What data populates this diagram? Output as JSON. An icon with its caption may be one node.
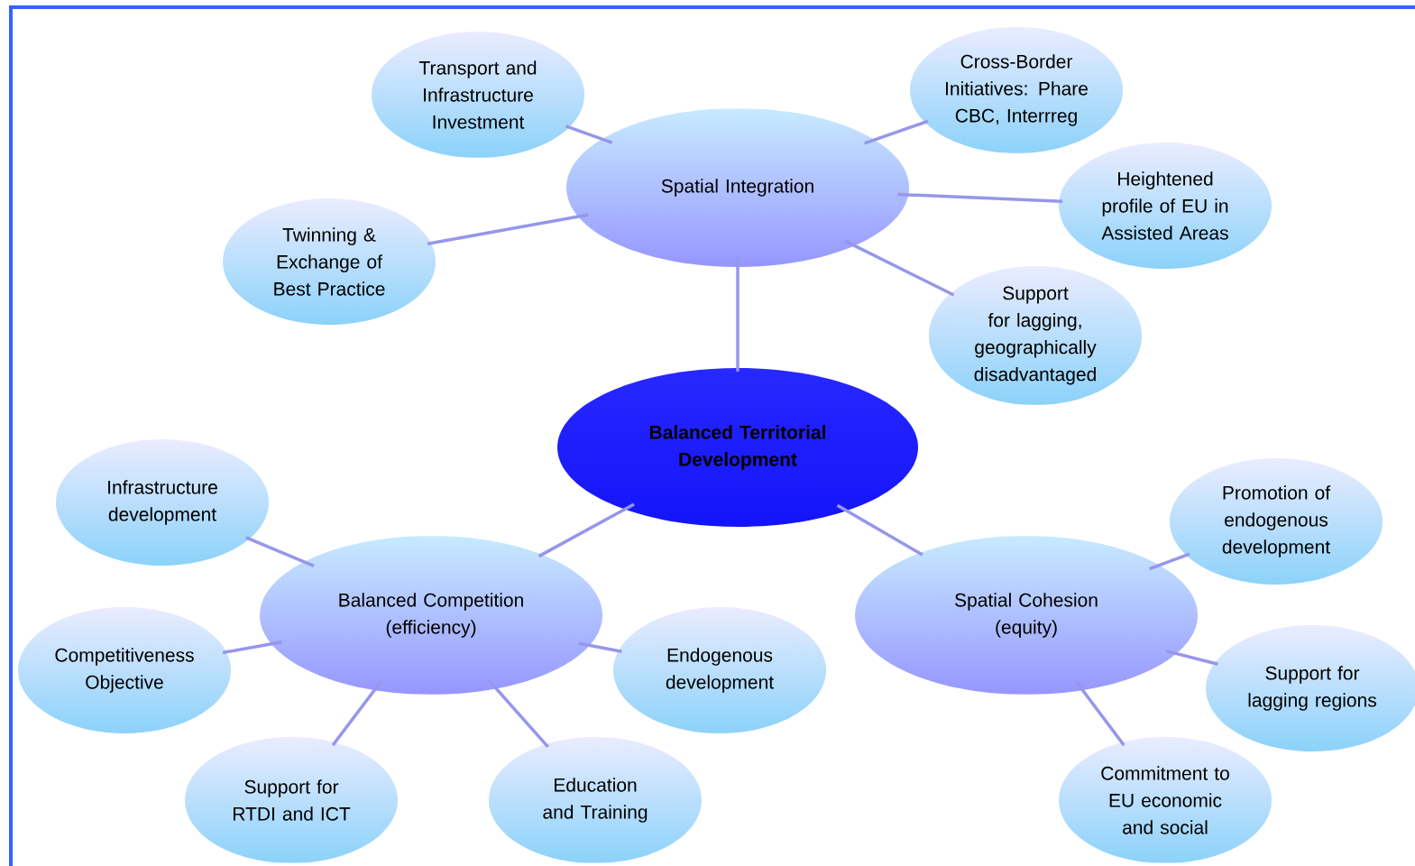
{
  "diagram": {
    "nodes": [
      {
        "text": [
          "Spatial Integration"
        ]
      },
      {
        "text": [
          "Transport and Infrastructure Investment"
        ]
      },
      {
        "text": [
          "Cross-Border Initiatives: Phare CBC, Interrreg"
        ]
      },
      {
        "text": [
          "Twinning & Exchange of Best Practice"
        ]
      },
      {
        "text": [
          "Heightened profile of EU in Assisted Areas"
        ]
      },
      {
        "text": [
          "Support for lagging, geographically disadvantaged"
        ]
      },
      {
        "text": [
          "Balanced Territorial Development"
        ]
      },
      {
        "text": [
          "Infrastructure development"
        ]
      },
      {
        "text": [
          "Balanced Competition (efficiency)"
        ]
      },
      {
        "text": [
          "Spatial Cohesion (equity)"
        ]
      },
      {
        "text": [
          "Promotion of endogenous development"
        ]
      },
      {
        "text": [
          "Competitiveness Objective"
        ]
      },
      {
        "text": [
          "Endogenous development"
        ]
      },
      {
        "text": [
          "Support for lagging regions"
        ]
      },
      {
        "text": [
          "Support for RTDI and ICT"
        ]
      },
      {
        "text": [
          "Education and Training"
        ]
      },
      {
        "text": [
          "Commitment to EU economic and social"
        ]
      }
    ],
    "edges": [
      {
        "from": 0,
        "to": 1,
        "arrow": "none"
      },
      {
        "from": 0,
        "to": 2,
        "arrow": "none"
      },
      {
        "from": 0,
        "to": 3,
        "arrow": "none"
      },
      {
        "from": 0,
        "to": 4,
        "arrow": "none"
      },
      {
        "from": 0,
        "to": 5,
        "arrow": "none"
      },
      {
        "from": 0,
        "to": 6,
        "arrow": "none"
      },
      {
        "from": 6,
        "to": 8,
        "arrow": "none"
      },
      {
        "from": 6,
        "to": 9,
        "arrow": "none"
      },
      {
        "from": 8,
        "to": 7,
        "arrow": "none"
      },
      {
        "from": 8,
        "to": 11,
        "arrow": "none"
      },
      {
        "from": 8,
        "to": 14,
        "arrow": "none"
      },
      {
        "from": 8,
        "to": 15,
        "arrow": "none"
      },
      {
        "from": 8,
        "to": 12,
        "arrow": "none"
      },
      {
        "from": 9,
        "to": 10,
        "arrow": "none"
      },
      {
        "from": 9,
        "to": 13,
        "arrow": "none"
      },
      {
        "from": 9,
        "to": 16,
        "arrow": "none"
      }
    ]
  }
}
